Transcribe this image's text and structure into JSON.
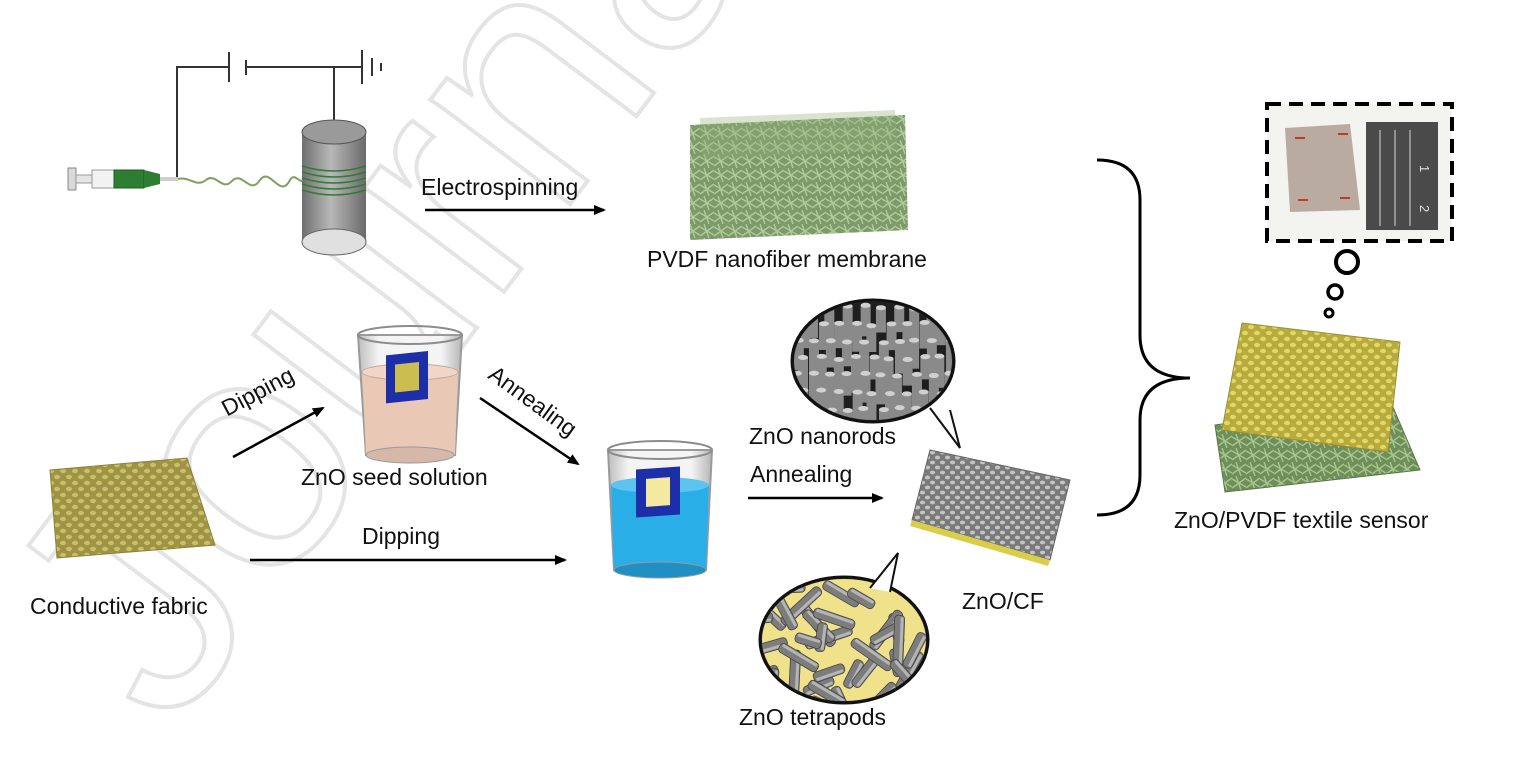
{
  "watermark": {
    "text": "Journal Pre"
  },
  "labels": {
    "electrospinning": "Electrospinning",
    "pvdf_membrane": "PVDF nanofiber membrane",
    "dipping_top": "Dipping",
    "annealing_diag": "Annealing",
    "zno_seed_solution": "ZnO seed solution",
    "zno_nanorods": "ZnO nanorods",
    "annealing_right": "Annealing",
    "dipping_bottom": "Dipping",
    "conductive_fabric": "Conductive fabric",
    "zno_cf": "ZnO/CF",
    "zno_tetrapods": "ZnO tetrapods",
    "sensor": "ZnO/PVDF textile sensor"
  },
  "ruler": {
    "marks": [
      "1",
      "2"
    ]
  },
  "colors": {
    "fiber_green": "#8fae78",
    "syringe_green": "#2e7d32",
    "fabric_gold": "#b9ad55",
    "seed_solution": "#e9c8b6",
    "growth_solution": "#2aaee8",
    "sample_blue": "#1d2fa8",
    "zno_gray": "#8f8f8f",
    "watermark": "#e6e6e6"
  }
}
